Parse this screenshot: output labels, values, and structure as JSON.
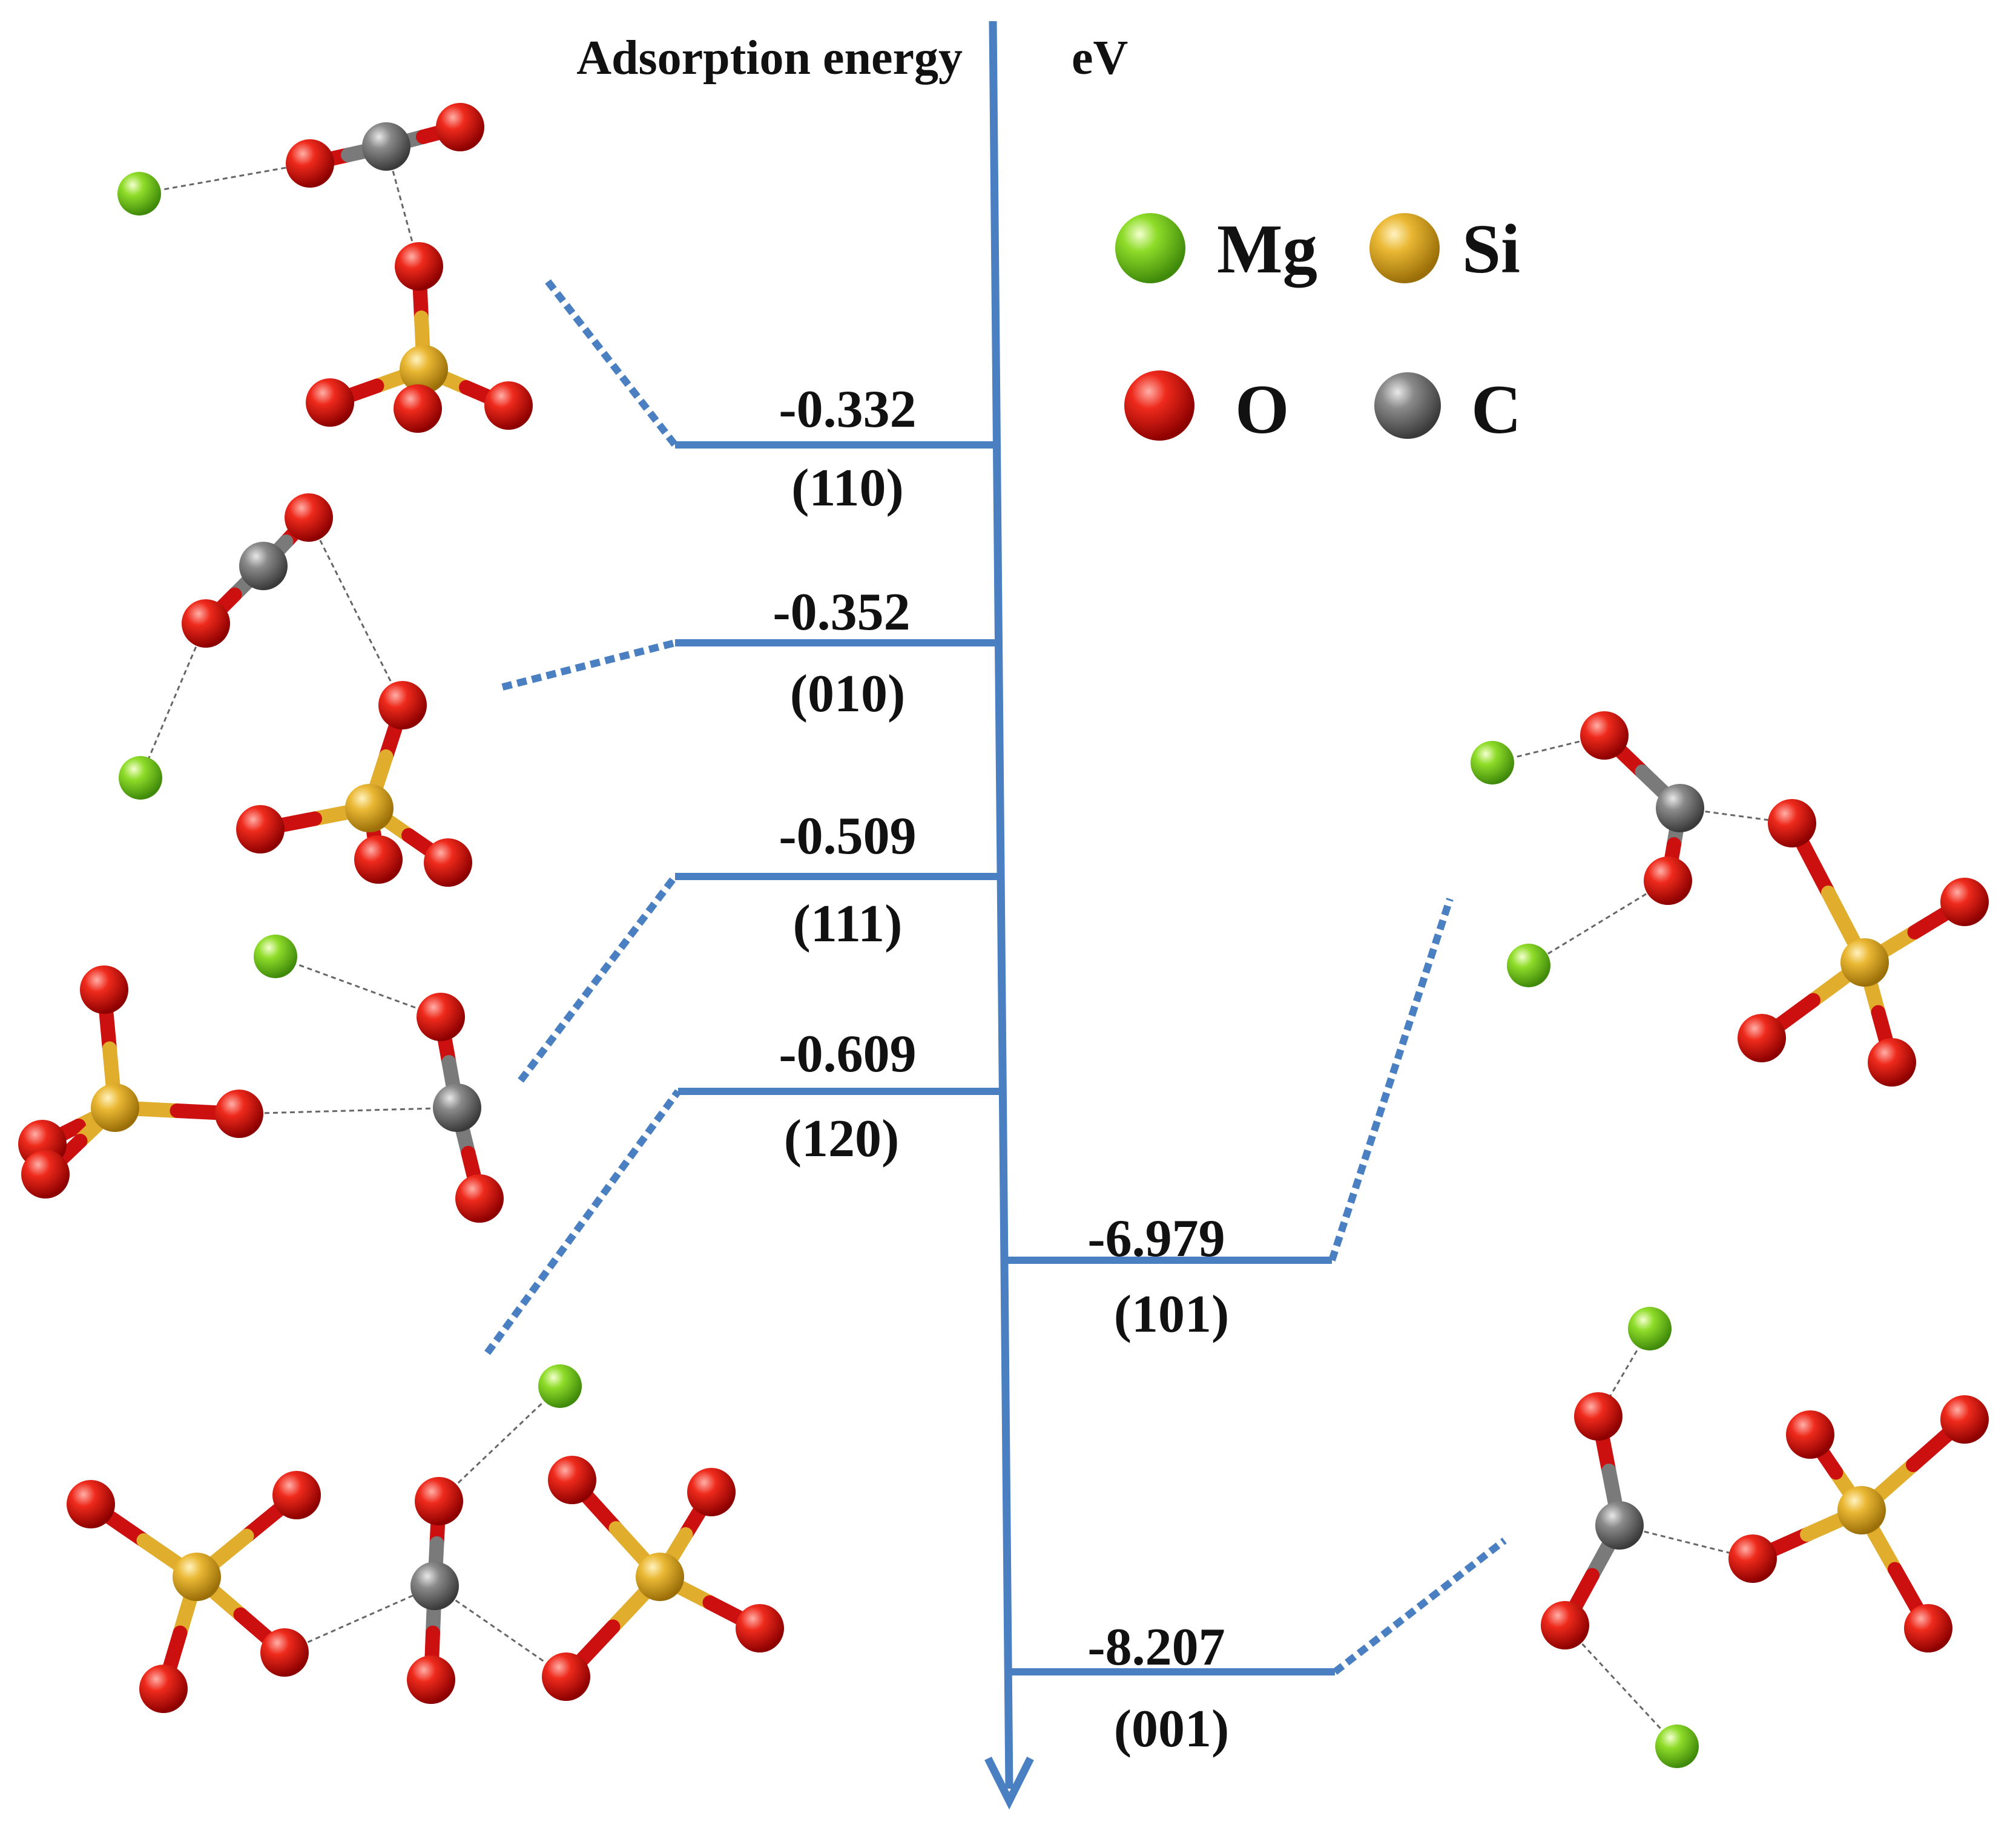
{
  "header": {
    "axis_title": "Adsorption energy",
    "unit": "eV"
  },
  "legend": {
    "items": [
      {
        "symbol": "Mg",
        "color": "#7ed321"
      },
      {
        "symbol": "Si",
        "color": "#e8b530"
      },
      {
        "symbol": "O",
        "color": "#dd1111"
      },
      {
        "symbol": "C",
        "color": "#808080"
      }
    ]
  },
  "colors": {
    "axis": "#4a7fc1",
    "level": "#4a7fc1",
    "connector": "#4a7fc1",
    "bond_dash": "#666666"
  },
  "levels": [
    {
      "energy": "-0.332",
      "facet": "(110)",
      "side": "left"
    },
    {
      "energy": "-0.352",
      "facet": "(010)",
      "side": "left"
    },
    {
      "energy": "-0.509",
      "facet": "(111)",
      "side": "left"
    },
    {
      "energy": "-0.609",
      "facet": "(120)",
      "side": "left"
    },
    {
      "energy": "-6.979",
      "facet": "(101)",
      "side": "right"
    },
    {
      "energy": "-8.207",
      "facet": "(001)",
      "side": "right"
    }
  ]
}
